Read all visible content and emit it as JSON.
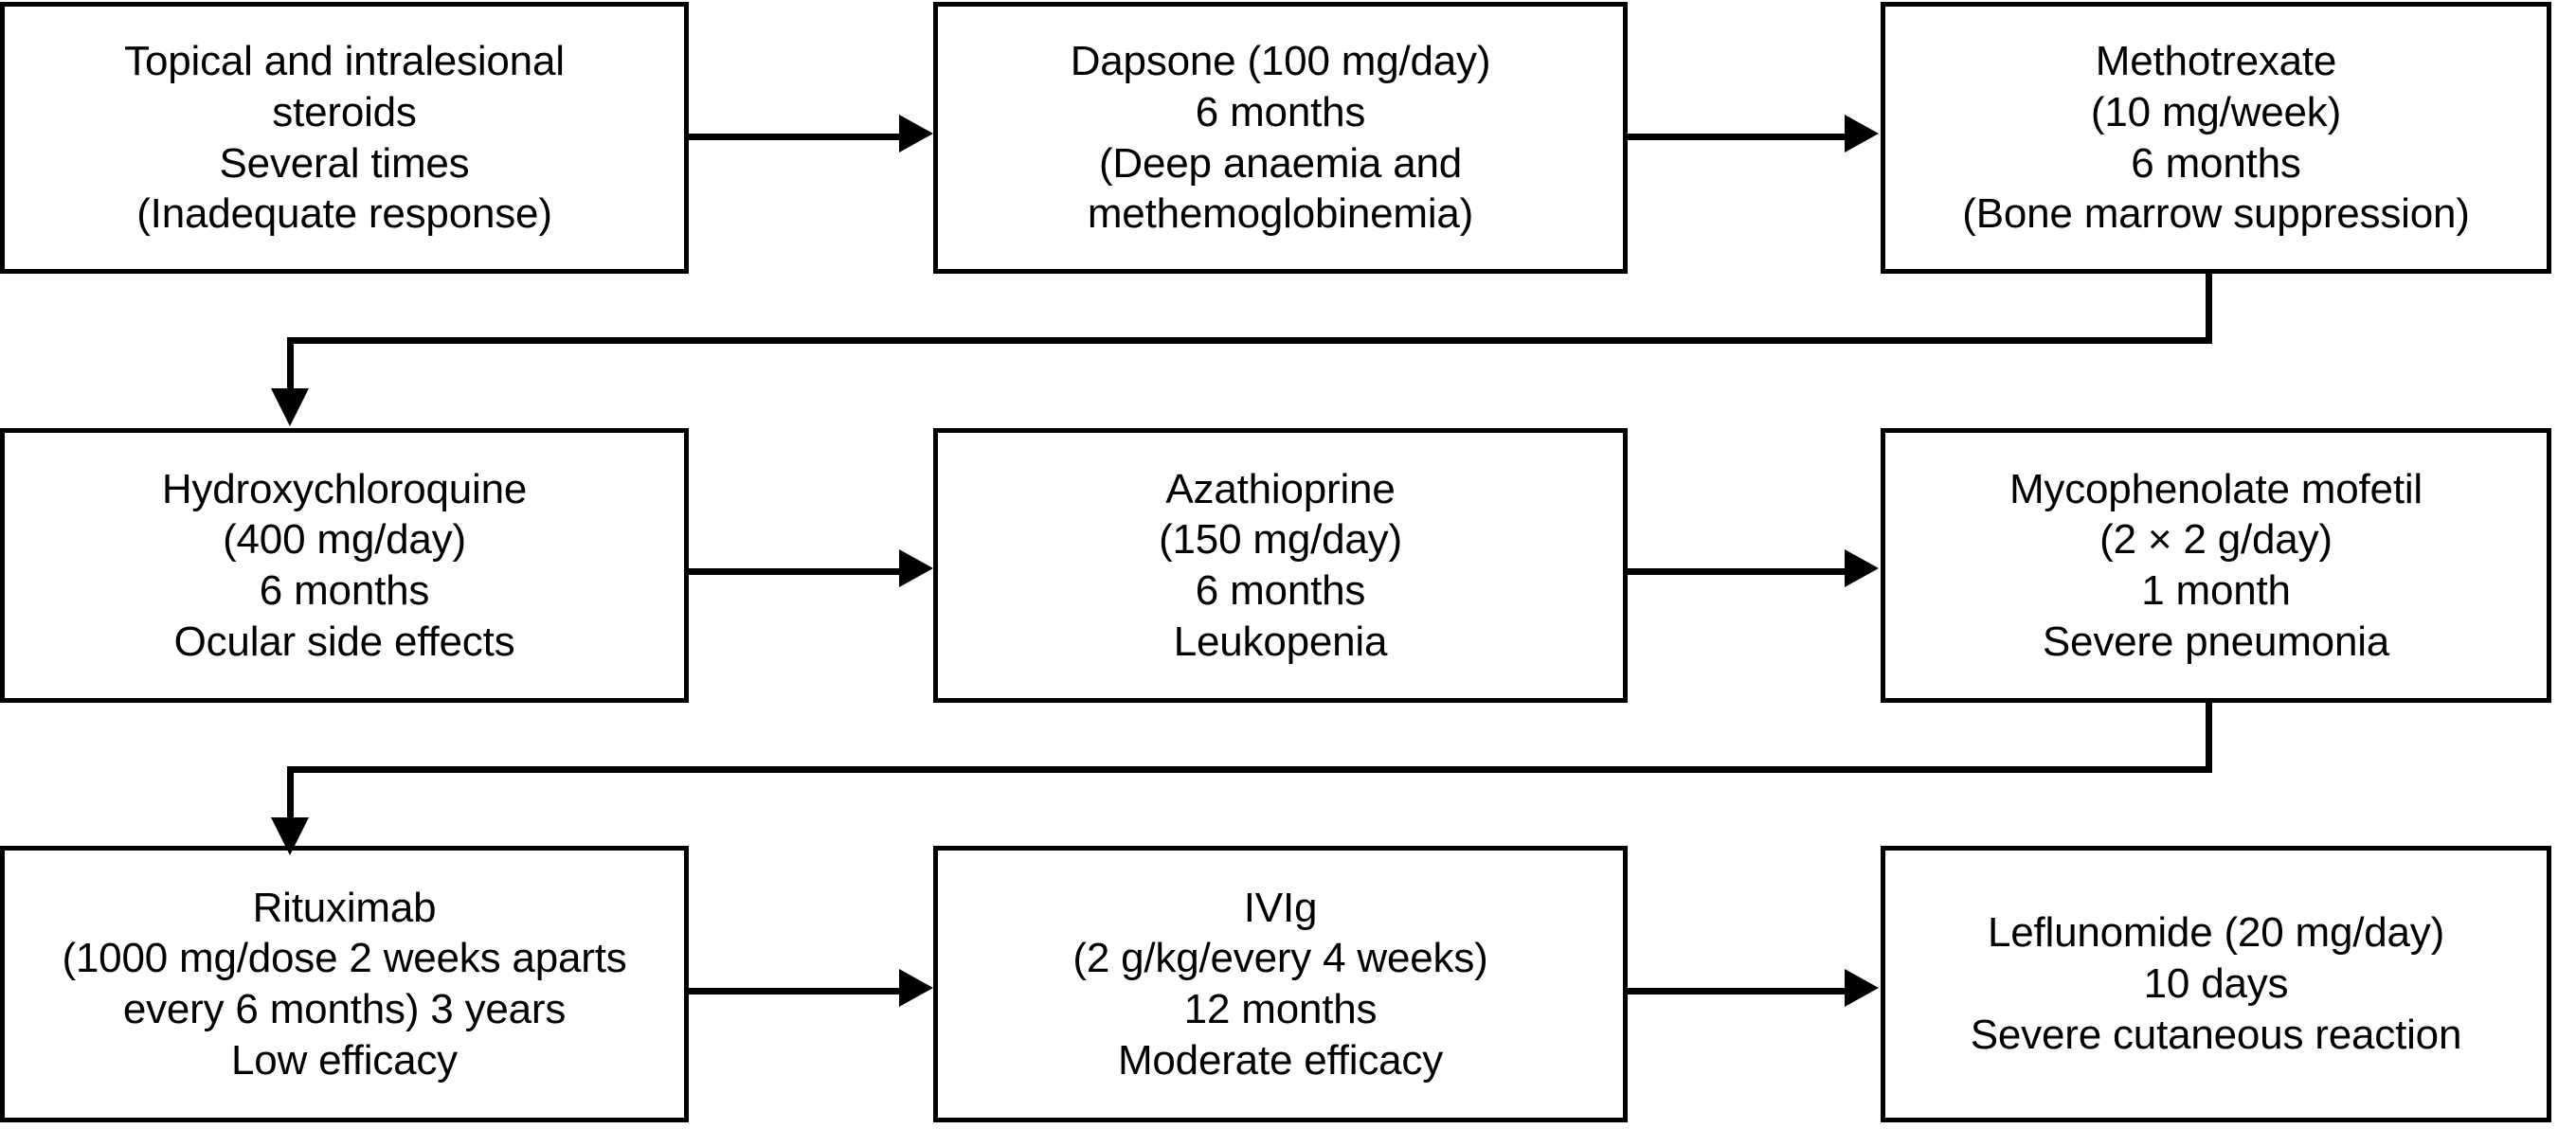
{
  "diagram": {
    "type": "flowchart",
    "title": "Sequential treatment flowchart",
    "orientation": "left-to-right, wrapping rows",
    "colors": {
      "background": "#ffffff",
      "stroke": "#000000",
      "text": "#000000"
    },
    "nodes": [
      {
        "id": "steroids",
        "row": 1,
        "column": 1,
        "lines": [
          "Topical and intralesional",
          "steroids",
          "Several times",
          "(Inadequate response)"
        ],
        "text": "Topical and intralesional\nsteroids\nSeveral times\n(Inadequate response)"
      },
      {
        "id": "dapsone",
        "row": 1,
        "column": 2,
        "lines": [
          "Dapsone (100 mg/day)",
          "6 months",
          "(Deep anaemia and",
          "methemoglobinemia)"
        ],
        "text": "Dapsone (100 mg/day)\n6 months\n(Deep anaemia and\nmethemoglobinemia)"
      },
      {
        "id": "methotrexate",
        "row": 1,
        "column": 3,
        "lines": [
          "Methotrexate",
          "(10 mg/week)",
          "6 months",
          "(Bone marrow suppression)"
        ],
        "text": "Methotrexate\n(10 mg/week)\n6 months\n(Bone marrow suppression)"
      },
      {
        "id": "hydroxychloroquine",
        "row": 2,
        "column": 1,
        "lines": [
          "Hydroxychloroquine",
          "(400 mg/day)",
          "6 months",
          "Ocular side effects"
        ],
        "text": "Hydroxychloroquine\n(400 mg/day)\n6 months\nOcular side effects"
      },
      {
        "id": "azathioprine",
        "row": 2,
        "column": 2,
        "lines": [
          "Azathioprine",
          "(150 mg/day)",
          "6 months",
          "Leukopenia"
        ],
        "text": "Azathioprine\n(150 mg/day)\n6 months\nLeukopenia"
      },
      {
        "id": "mycophenolate-mofetil",
        "row": 2,
        "column": 3,
        "lines": [
          "Mycophenolate mofetil",
          "(2 × 2 g/day)",
          "1 month",
          "Severe pneumonia"
        ],
        "text": "Mycophenolate mofetil\n(2 × 2 g/day)\n1 month\nSevere pneumonia"
      },
      {
        "id": "rituximab",
        "row": 3,
        "column": 1,
        "lines": [
          "Rituximab",
          "(1000 mg/dose 2 weeks aparts",
          "every 6 months) 3 years",
          "Low efficacy"
        ],
        "text": "Rituximab\n(1000 mg/dose 2 weeks aparts\nevery 6 months) 3 years\nLow efficacy"
      },
      {
        "id": "ivig",
        "row": 3,
        "column": 2,
        "lines": [
          "IVIg",
          "(2 g/kg/every 4 weeks)",
          "12 months",
          "Moderate efficacy"
        ],
        "text": "IVIg\n(2 g/kg/every 4 weeks)\n12 months\nModerate efficacy"
      },
      {
        "id": "leflunomide",
        "row": 3,
        "column": 3,
        "lines": [
          "Leflunomide  (20 mg/day)",
          "10 days",
          "Severe cutaneous reaction"
        ],
        "text": "Leflunomide  (20 mg/day)\n10 days\nSevere cutaneous reaction"
      }
    ],
    "edges": [
      {
        "id": "e1",
        "from": "steroids",
        "to": "dapsone",
        "style": "arrow-right"
      },
      {
        "id": "e2",
        "from": "dapsone",
        "to": "methotrexate",
        "style": "arrow-right"
      },
      {
        "id": "w1",
        "from": "methotrexate",
        "to": "hydroxychloroquine",
        "style": "wrap-down"
      },
      {
        "id": "e3",
        "from": "hydroxychloroquine",
        "to": "azathioprine",
        "style": "arrow-right"
      },
      {
        "id": "e4",
        "from": "azathioprine",
        "to": "mycophenolate-mofetil",
        "style": "arrow-right"
      },
      {
        "id": "w2",
        "from": "mycophenolate-mofetil",
        "to": "rituximab",
        "style": "wrap-down"
      },
      {
        "id": "e5",
        "from": "rituximab",
        "to": "ivig",
        "style": "arrow-right"
      },
      {
        "id": "e6",
        "from": "ivig",
        "to": "leflunomide",
        "style": "arrow-right"
      }
    ]
  }
}
